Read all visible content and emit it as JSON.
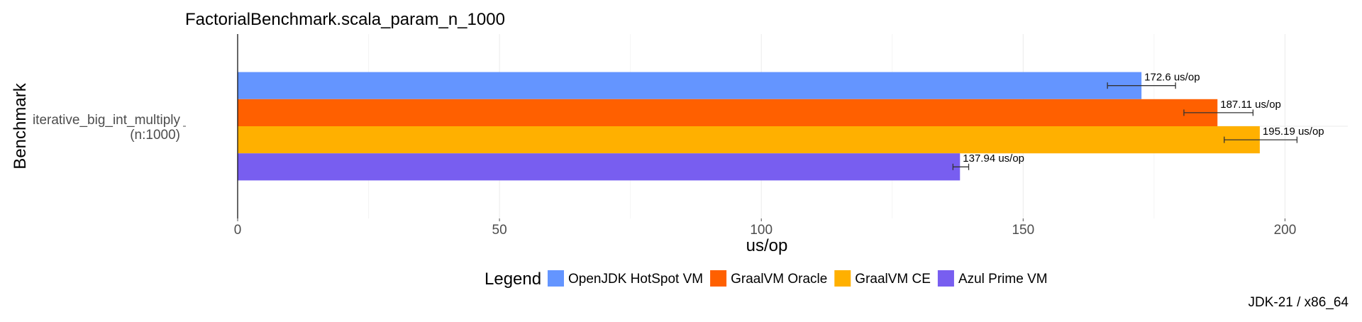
{
  "chart_data": {
    "type": "bar",
    "orientation": "horizontal",
    "title": "FactorialBenchmark.scala_param_n_1000",
    "xlabel": "us/op",
    "ylabel": "Benchmark",
    "categories": [
      "iterative_big_int_multiply\n(n:1000)"
    ],
    "xlim": [
      0,
      212
    ],
    "xticks": [
      0,
      50,
      100,
      150,
      200
    ],
    "grid": true,
    "legend_position": "bottom",
    "legend_title": "Legend",
    "series": [
      {
        "name": "OpenJDK HotSpot VM",
        "color": "#6495ff",
        "values": [
          172.6
        ],
        "labels": [
          "172.6 us/op"
        ],
        "error": [
          [
            166.1,
            179.1
          ]
        ]
      },
      {
        "name": "GraalVM Oracle",
        "color": "#ff6000",
        "values": [
          187.11
        ],
        "labels": [
          "187.11 us/op"
        ],
        "error": [
          [
            180.7,
            193.9
          ]
        ]
      },
      {
        "name": "GraalVM CE",
        "color": "#ffb000",
        "values": [
          195.19
        ],
        "labels": [
          "195.19 us/op"
        ],
        "error": [
          [
            188.4,
            202.3
          ]
        ]
      },
      {
        "name": "Azul Prime VM",
        "color": "#785ef0",
        "values": [
          137.94
        ],
        "labels": [
          "137.94 us/op"
        ],
        "error": [
          [
            136.6,
            139.6
          ]
        ]
      }
    ],
    "caption": "JDK-21 / x86_64"
  }
}
